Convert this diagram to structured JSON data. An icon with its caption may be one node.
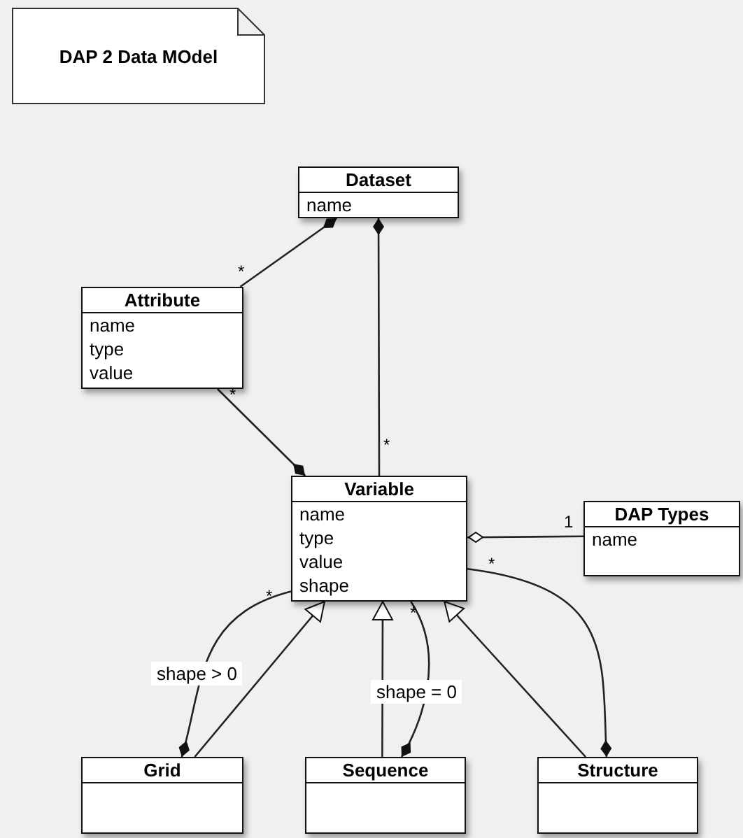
{
  "diagram": {
    "nodes": [
      {
        "text": [
          "DAP 2 Data MOdel"
        ]
      },
      {
        "text": [
          "Dataset",
          "name"
        ]
      },
      {
        "text": [
          "Attribute",
          "name",
          "type",
          "value"
        ]
      },
      {
        "text": [
          "Variable",
          "name",
          "type",
          "value",
          "shape"
        ]
      },
      {
        "text": [
          "DAP Types",
          "name"
        ]
      },
      {
        "text": [
          "Grid"
        ]
      },
      {
        "text": [
          "Sequence"
        ]
      },
      {
        "text": [
          "Structure"
        ]
      }
    ],
    "edges": [
      {
        "from": 1,
        "to": 2,
        "arrow": "other"
      },
      {
        "from": 1,
        "to": 3,
        "arrow": "other"
      },
      {
        "from": 3,
        "to": 2,
        "arrow": "other"
      },
      {
        "from": 3,
        "to": 4,
        "arrow": "other"
      },
      {
        "from": 5,
        "to": 3,
        "arrow": "to"
      },
      {
        "from": 5,
        "to": 3,
        "arrow": "other",
        "label": "shape > 0"
      },
      {
        "from": 6,
        "to": 3,
        "arrow": "to"
      },
      {
        "from": 6,
        "to": 3,
        "arrow": "other",
        "label": "shape = 0"
      },
      {
        "from": 7,
        "to": 3,
        "arrow": "to"
      },
      {
        "from": 7,
        "to": 3,
        "arrow": "other"
      }
    ],
    "labels": [
      "*",
      "*",
      "*",
      "1",
      "*",
      "*",
      "*"
    ]
  }
}
